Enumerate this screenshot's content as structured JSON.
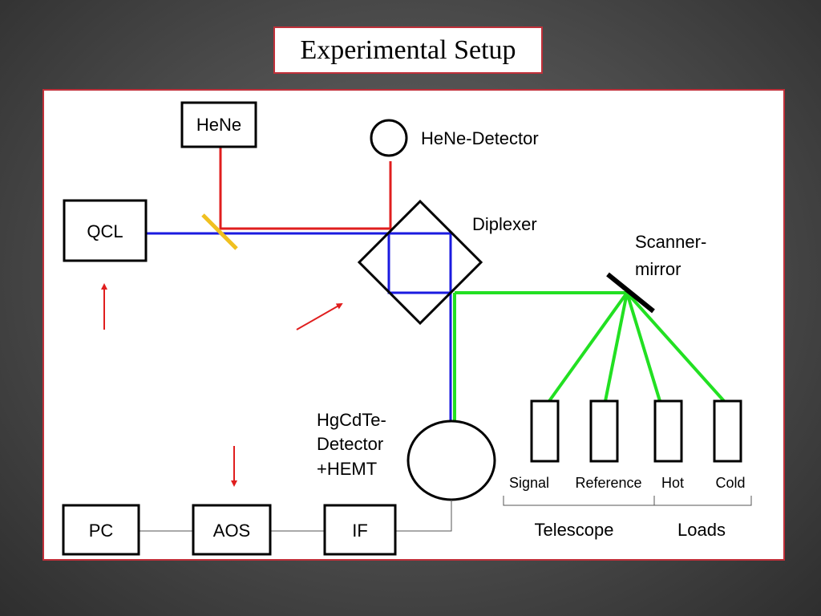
{
  "title": "Experimental Setup",
  "colors": {
    "frame_border": "#c0303a",
    "hene_beam": "#e01e1e",
    "qcl_beam": "#1a1ae0",
    "signal_beam": "#22e022",
    "beamsplitter": "#f0c020",
    "arrow": "#e01e1e"
  },
  "components": {
    "hene": "HeNe",
    "qcl": "QCL",
    "hene_detector": "HeNe-Detector",
    "diplexer": "Diplexer",
    "scanner_mirror": [
      "Scanner-",
      "mirror"
    ],
    "hgcdte_detector": [
      "HgCdTe-",
      "Detector",
      "+HEMT"
    ],
    "pc": "PC",
    "aos": "AOS",
    "if": "IF"
  },
  "loads": {
    "items": [
      "Signal",
      "Reference",
      "Hot",
      "Cold"
    ],
    "groups": [
      "Telescope",
      "Loads"
    ]
  }
}
